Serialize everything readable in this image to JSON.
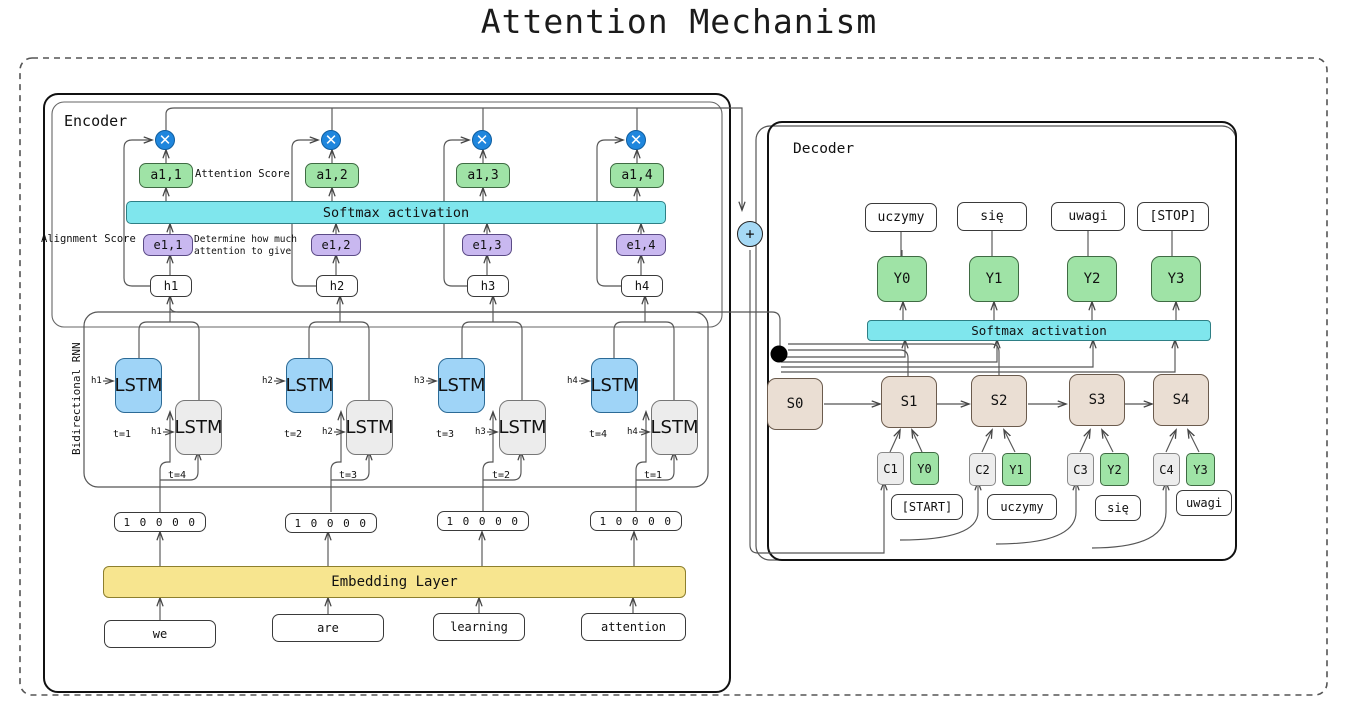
{
  "title": "Attention Mechanism",
  "encoder": {
    "label": "Encoder",
    "alignment_score_label": "Alignment Score",
    "attention_score_label": "Attention Score",
    "determine_note": "Determine how much\nattention to give",
    "bidirectional_label": "Bidirectional RNN",
    "softmax_label": "Softmax activation",
    "embedding_label": "Embedding Layer",
    "attention_scores": [
      "a1,1",
      "a1,2",
      "a1,3",
      "a1,4"
    ],
    "alignment_scores": [
      "e1,1",
      "e1,2",
      "e1,3",
      "e1,4"
    ],
    "hidden_states": [
      "h1",
      "h2",
      "h3",
      "h4"
    ],
    "onehot_vectors": [
      "1 0 0 0 0",
      "1 0 0 0 0",
      "1 0 0 0 0",
      "1 0 0 0 0"
    ],
    "input_words": [
      "we",
      "are",
      "learning",
      "attention"
    ],
    "lstm_label": "LSTM",
    "lstm_cells": [
      {
        "fwd_input": "h1",
        "bwd_input": "h1",
        "fwd_t": "t=1",
        "bwd_t": "t=4"
      },
      {
        "fwd_input": "h2",
        "bwd_input": "h2",
        "fwd_t": "t=2",
        "bwd_t": "t=3"
      },
      {
        "fwd_input": "h3",
        "bwd_input": "h3",
        "fwd_t": "t=3",
        "bwd_t": "t=2"
      },
      {
        "fwd_input": "h4",
        "bwd_input": "h4",
        "fwd_t": "t=4",
        "bwd_t": "t=1"
      }
    ],
    "multiply_symbol": "✕",
    "sum_symbol": "+"
  },
  "decoder": {
    "label": "Decoder",
    "softmax_label": "Softmax activation",
    "outputs": [
      "uczymy",
      "się",
      "uwagi",
      "[STOP]"
    ],
    "y_nodes": [
      "Y0",
      "Y1",
      "Y2",
      "Y3"
    ],
    "states": [
      "S0",
      "S1",
      "S2",
      "S3",
      "S4"
    ],
    "contexts": [
      "C1",
      "C2",
      "C3",
      "C4"
    ],
    "y_inputs": [
      "Y0",
      "Y1",
      "Y2",
      "Y3"
    ],
    "word_inputs": [
      "[START]",
      "uczymy",
      "się",
      "uwagi"
    ]
  },
  "colors": {
    "attention_green": "#9fe3a6",
    "alignment_purple": "#c9b8f0",
    "softmax_cyan": "#7fe6ed",
    "embedding_yellow": "#f7e58f",
    "lstm_forward_blue": "#9fd4f7",
    "lstm_backward_gray": "#ececec",
    "state_beige": "#eaded3",
    "context_gray": "#ededed",
    "multiply_blue": "#1f86dd",
    "plus_blue": "#a6d9f5"
  }
}
